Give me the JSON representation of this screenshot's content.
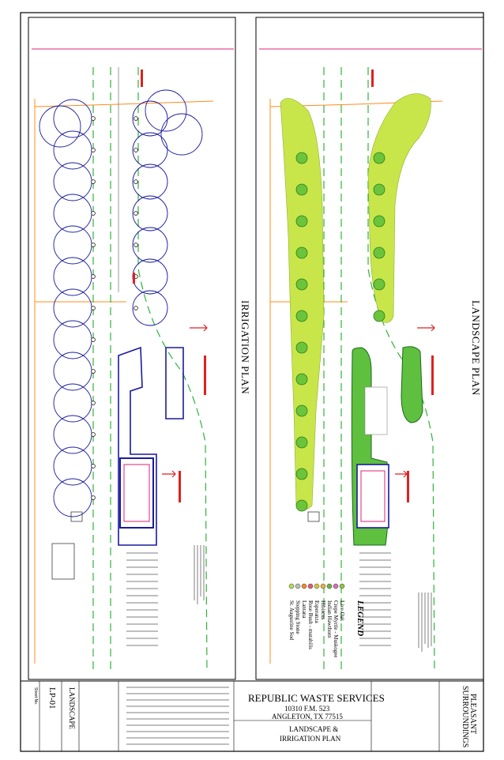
{
  "sheet": {
    "left_plan_title": "IRRIGATION PLAN",
    "right_plan_title": "LANDSCAPE PLAN"
  },
  "legend": {
    "title": "LEGEND",
    "items": [
      {
        "label": "Live Oak",
        "color": "#8fc641"
      },
      {
        "label": "Crepe Myrtle - Muskogee",
        "color": "#e06cc0"
      },
      {
        "label": "Indian Hawthorn",
        "color": "#6db33f"
      },
      {
        "label": "Hibiscus",
        "color": "#e8b04a"
      },
      {
        "label": "Esperanza",
        "color": "#d9c53a"
      },
      {
        "label": "Rose Bush - mutabilis",
        "color": "#e05a7a"
      },
      {
        "label": "Lantana",
        "color": "#f08a2c"
      },
      {
        "label": "Stepping Stone",
        "color": "#bdbdbd"
      },
      {
        "label": "St. Augustine Sod",
        "color": "#b5dd52"
      }
    ]
  },
  "title_block": {
    "client": "REPUBLIC WASTE SERVICES",
    "address_line1": "10310 F.M. 523",
    "address_line2": "ANGLETON, TX    77515",
    "drawing_title_line1": "LANDSCAPE &",
    "drawing_title_line2": "IRRIGATION  PLAN",
    "firm_line1": "PLEASANT",
    "firm_line2": "SURROUNDINGS",
    "sheet_no": "LP-01",
    "discipline": "LANDSCAPE",
    "sheet_no_label": "Sheet No."
  },
  "colors": {
    "sod": "#c8e64a",
    "road": "#2fb33a",
    "sprinkler": "#1a1aa0",
    "dimension": "#e0207a",
    "fence": "#ff8c1a",
    "border": "#000000"
  }
}
